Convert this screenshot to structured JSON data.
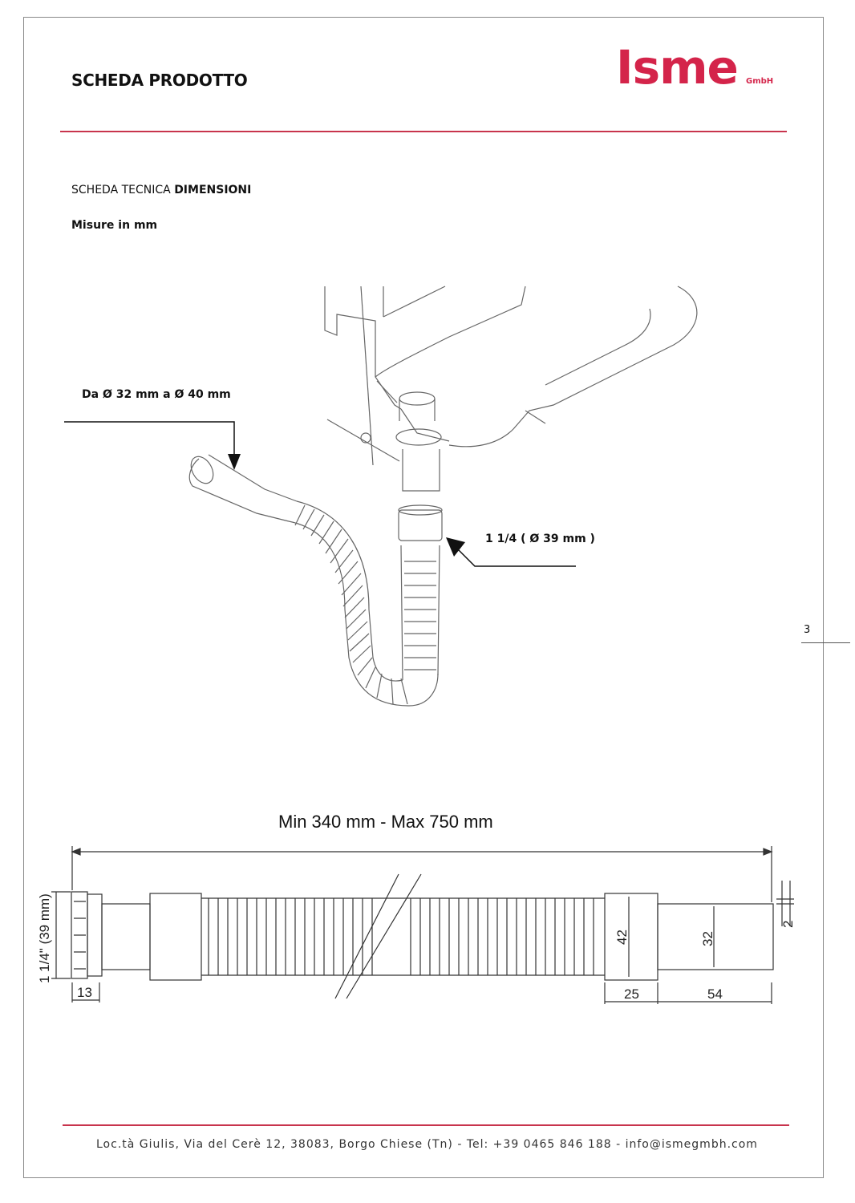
{
  "header": {
    "title": "SCHEDA PRODOTTO",
    "logo_text": "Isme",
    "logo_sub": "GmbH"
  },
  "section": {
    "heading_prefix": "SCHEDA TECNICA ",
    "heading_bold": "DIMENSIONI",
    "units": "Misure in mm"
  },
  "callouts": {
    "inlet": "Da Ø 32 mm a Ø 40 mm",
    "outlet": "1 1/4 (  Ø 39 mm )"
  },
  "drawing": {
    "length_range": "Min 340 mm - Max 750 mm",
    "dim_nut": "1 1/4\" (39 mm)",
    "dim_13": "13",
    "dim_42": "42",
    "dim_32": "32",
    "dim_2": "2",
    "dim_25": "25",
    "dim_54": "54"
  },
  "page": {
    "number": "3"
  },
  "footer": {
    "text": "Loc.tà Giulis, Via del Cerè 12, 38083, Borgo Chiese (Tn)  - Tel: +39 0465 846 188 - info@ismegmbh.com"
  },
  "colors": {
    "brand_red": "#d4244a",
    "rule_red": "#c8344d"
  }
}
